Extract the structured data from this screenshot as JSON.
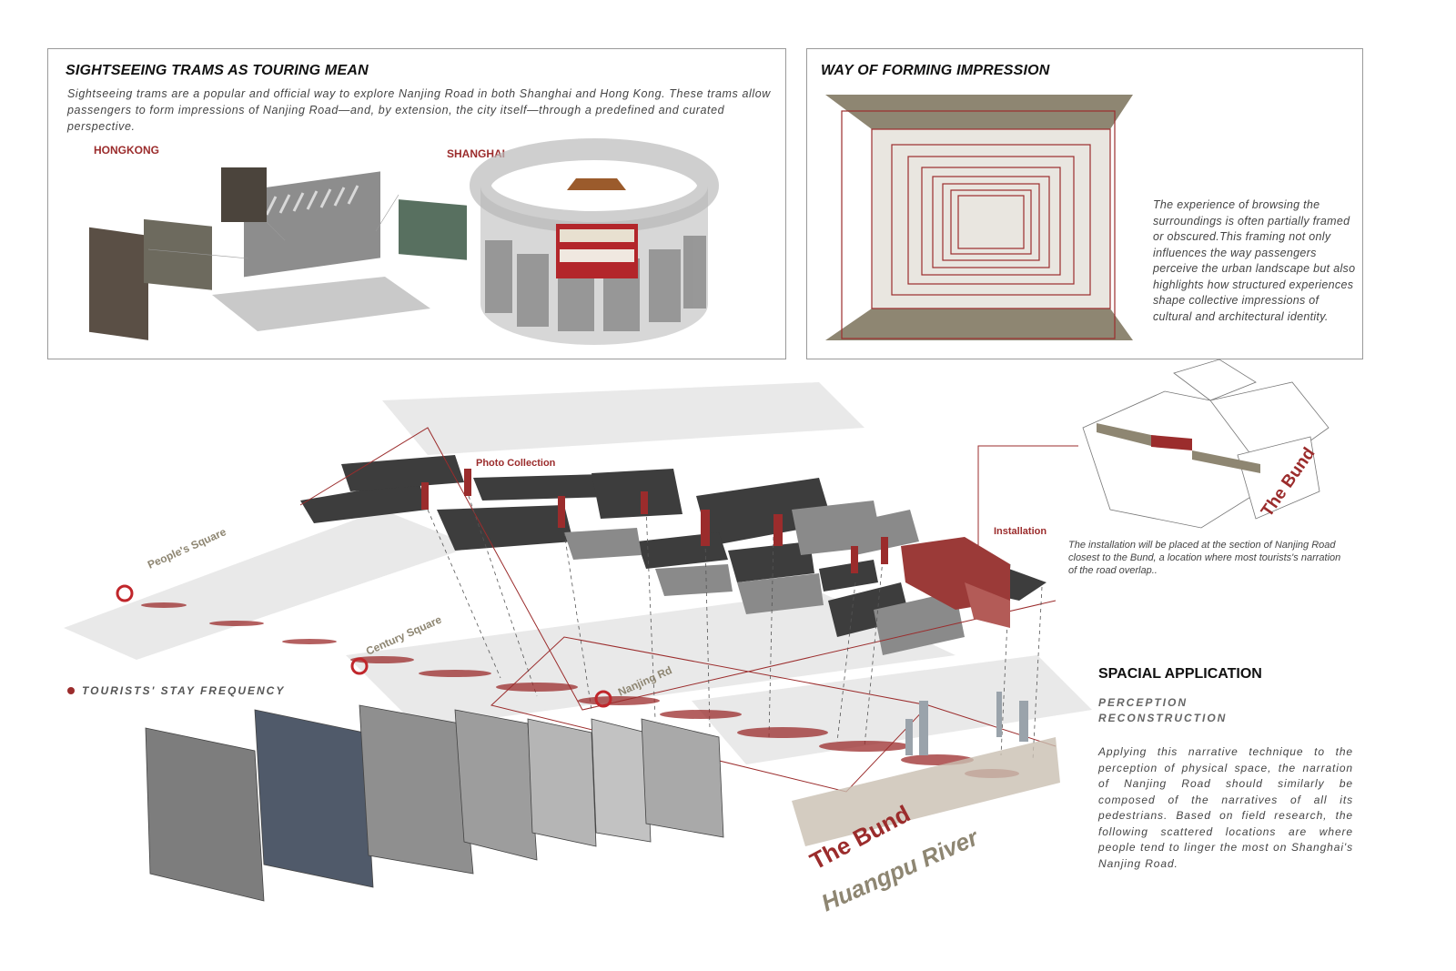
{
  "panel_trams": {
    "title": "SIGHTSEEING TRAMS AS TOURING MEAN",
    "text": "Sightseeing trams are a popular and official way to explore Nanjing Road in both Shanghai and Hong Kong. These trams allow passengers to form impressions of Nanjing Road—and, by extension, the city itself—through a predefined and curated perspective.",
    "city_a": "HONGKONG",
    "city_b": "SHANGHAI"
  },
  "panel_impression": {
    "title": "WAY OF FORMING IMPRESSION",
    "text": "The experience of browsing the surroundings is often partially framed or obscured.This framing not only influences the way passengers perceive the urban landscape but also highlights how structured experiences shape collective impressions of cultural and architectural identity."
  },
  "map": {
    "labels": {
      "peoples_square": "People's Square",
      "century_square": "Century Square",
      "nanjing_rd": "Nanjing Rd",
      "photo_collection": "Photo Collection",
      "installation": "Installation",
      "the_bund_small": "The Bund",
      "the_bund_big": "The Bund",
      "huangpu_river": "Huangpu River"
    },
    "installation_note": "The installation will be placed at the section of Nanjing Road closest to the Bund, a location where most tourists's narration of the road overlap..",
    "legend": "TOURISTS' STAY FREQUENCY",
    "colors": {
      "accent": "#9b2c2c",
      "block_dark": "#3d3d3d",
      "block_mid": "#8a8a8a",
      "block_light": "#e6e6e6",
      "khaki": "#8e8672"
    }
  },
  "spacial": {
    "title": "SPACIAL APPLICATION",
    "subtitle_line1": "PERCEPTION",
    "subtitle_line2": "RECONSTRUCTION",
    "text": "Applying this narrative technique to the perception of physical space, the narration of Nanjing Road should similarly be composed of the narratives of all its pedestrians. Based on field research, the following scattered locations are where people tend to linger the most on Shanghai's Nanjing Road."
  }
}
